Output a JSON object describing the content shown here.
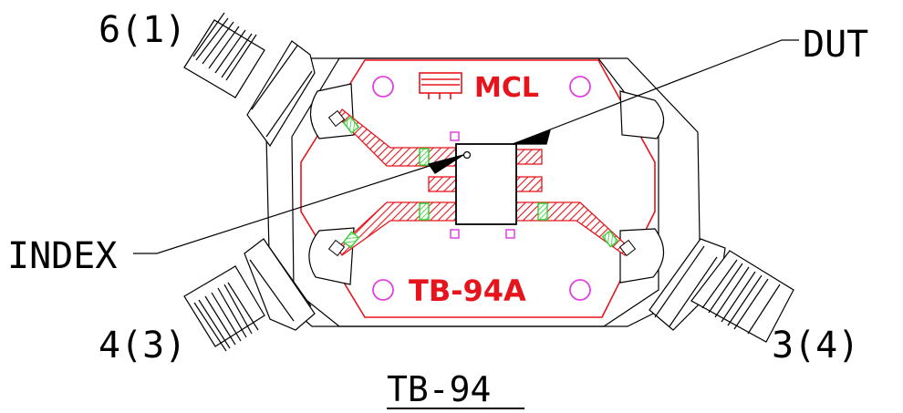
{
  "diagram": {
    "title": "TB-94",
    "board_logo": "MCL",
    "board_model": "TB-94A",
    "labels": {
      "dut": "DUT",
      "index": "INDEX",
      "port_top_left": "6(1)",
      "port_bottom_left": "4(3)",
      "port_bottom_right": "3(4)"
    }
  },
  "colors": {
    "outline": "#000000",
    "trace": "#e8141c",
    "mount_hole": "#e040e0",
    "solder": "#30d030",
    "background": "#ffffff"
  },
  "icons": [
    "mcl-logo-icon"
  ]
}
